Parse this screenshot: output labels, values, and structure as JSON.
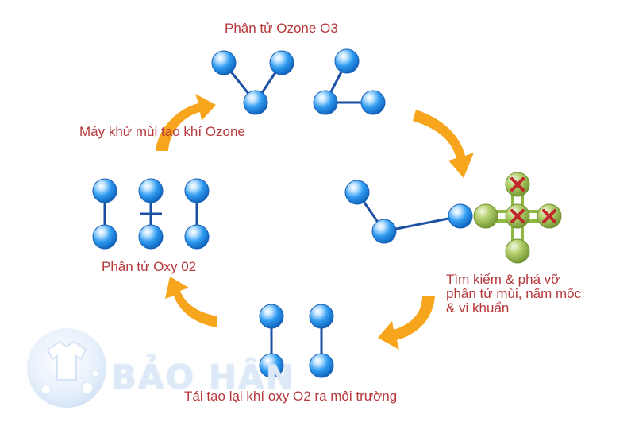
{
  "labels": {
    "ozone_molecule": "Phân tử Ozone O3",
    "ozone_machine": "Máy khử mùi tạo khí Ozone",
    "oxygen_molecule": "Phân tử Oxy 02",
    "search_destroy": [
      "Tìm kiếm & phá vỡ",
      "phân tử mùi, nấm mốc",
      "& vi khuẩn"
    ],
    "regenerate": "Tái tạo lại khí oxy O2 ra môi trường"
  },
  "watermark": {
    "text": "BẢO HÂN"
  },
  "colors": {
    "label_text": "#b5373a",
    "atom_blue": "#1e8fe0",
    "atom_green": "#9cbf4f",
    "bond_blue": "#1a4fa3",
    "bond_green": "#8fb841",
    "x_mark": "#c0282c",
    "arrow_orange": "#f7a51c"
  },
  "icons": {
    "cycle_arrow": "curved-arrow-icon",
    "watermark_logo": "laundry-shirt-logo-icon",
    "destroyed_mark": "x-mark-icon"
  }
}
